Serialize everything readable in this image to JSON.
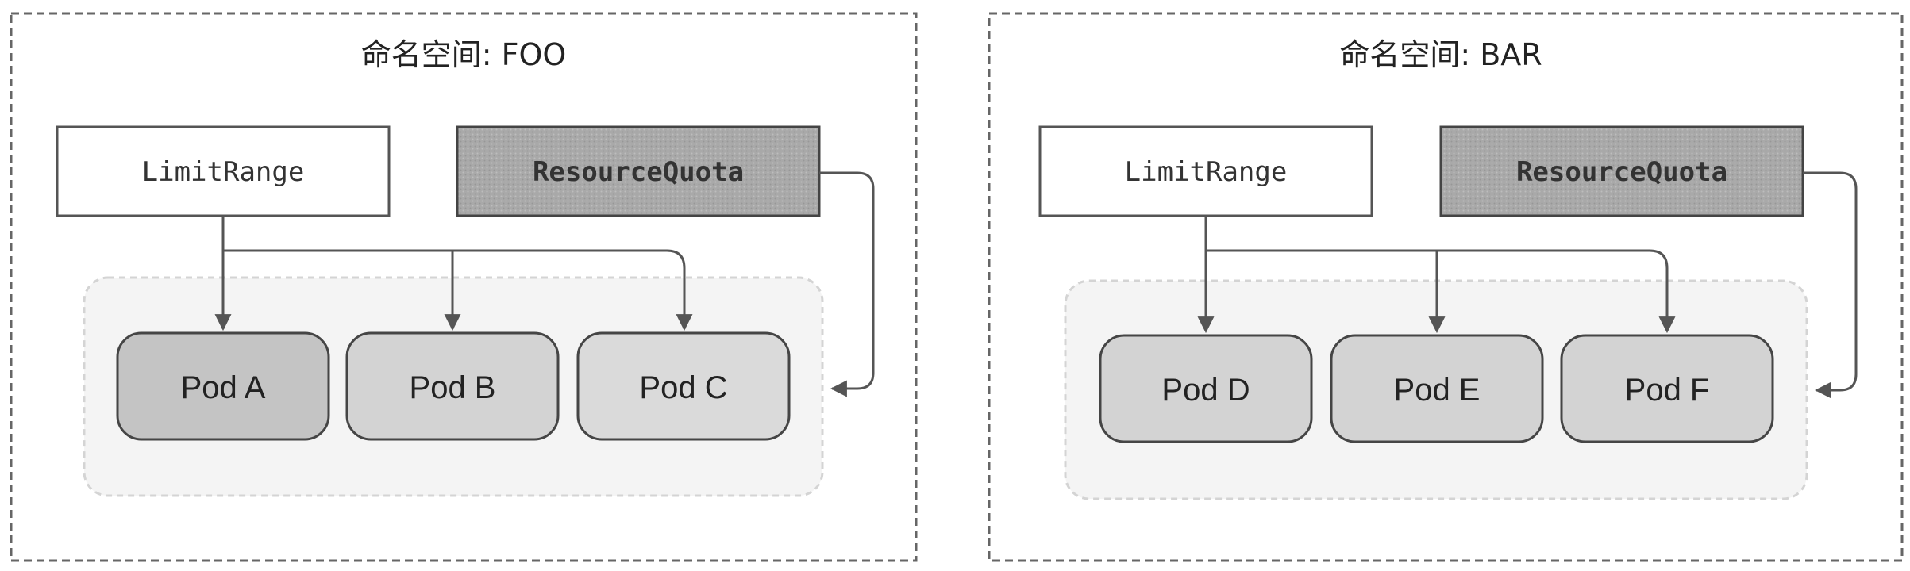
{
  "colors": {
    "quota_fill": "#a9a9a9",
    "pod_fill_dark": "#c4c4c4",
    "pod_fill_mid": "#d3d3d3",
    "pod_fill_light": "#dadada",
    "pod_group_fill": "#f4f4f4",
    "line": "#555555"
  },
  "namespaces": [
    {
      "title": "命名空间: FOO",
      "limit_range_label": "LimitRange",
      "resource_quota_label": "ResourceQuota",
      "pods": [
        {
          "label": "Pod A",
          "shade": "dark"
        },
        {
          "label": "Pod B",
          "shade": "mid"
        },
        {
          "label": "Pod C",
          "shade": "light"
        }
      ]
    },
    {
      "title": "命名空间: BAR",
      "limit_range_label": "LimitRange",
      "resource_quota_label": "ResourceQuota",
      "pods": [
        {
          "label": "Pod D",
          "shade": "mid"
        },
        {
          "label": "Pod E",
          "shade": "mid"
        },
        {
          "label": "Pod F",
          "shade": "mid"
        }
      ]
    }
  ]
}
